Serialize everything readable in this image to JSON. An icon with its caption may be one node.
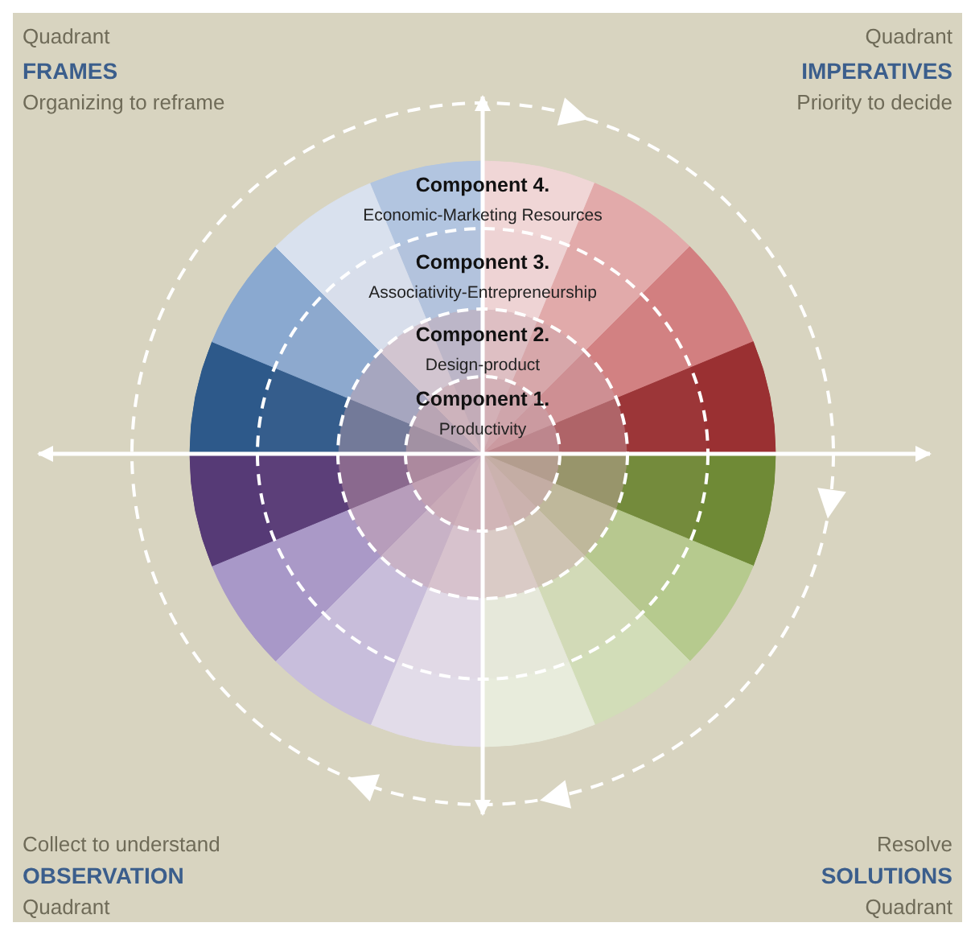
{
  "diagram": {
    "nodes": [
      {
        "text": [
          "Component 4.",
          "Economic-Marketing Resources"
        ]
      },
      {
        "text": [
          "Component 3.",
          "Associativity-Entrepreneurship"
        ]
      },
      {
        "text": [
          "Component 2.",
          "Design-product"
        ]
      },
      {
        "text": [
          "Component 1.",
          "Productivity"
        ]
      }
    ],
    "labels": [
      "Quadrant",
      "FRAMES",
      "Organizing to reframe",
      "Quadrant",
      "IMPERATIVES",
      "Priority to decide",
      "Collect to understand",
      "OBSERVATION",
      "Quadrant",
      "Resolve",
      "SOLUTIONS",
      "Quadrant"
    ]
  }
}
